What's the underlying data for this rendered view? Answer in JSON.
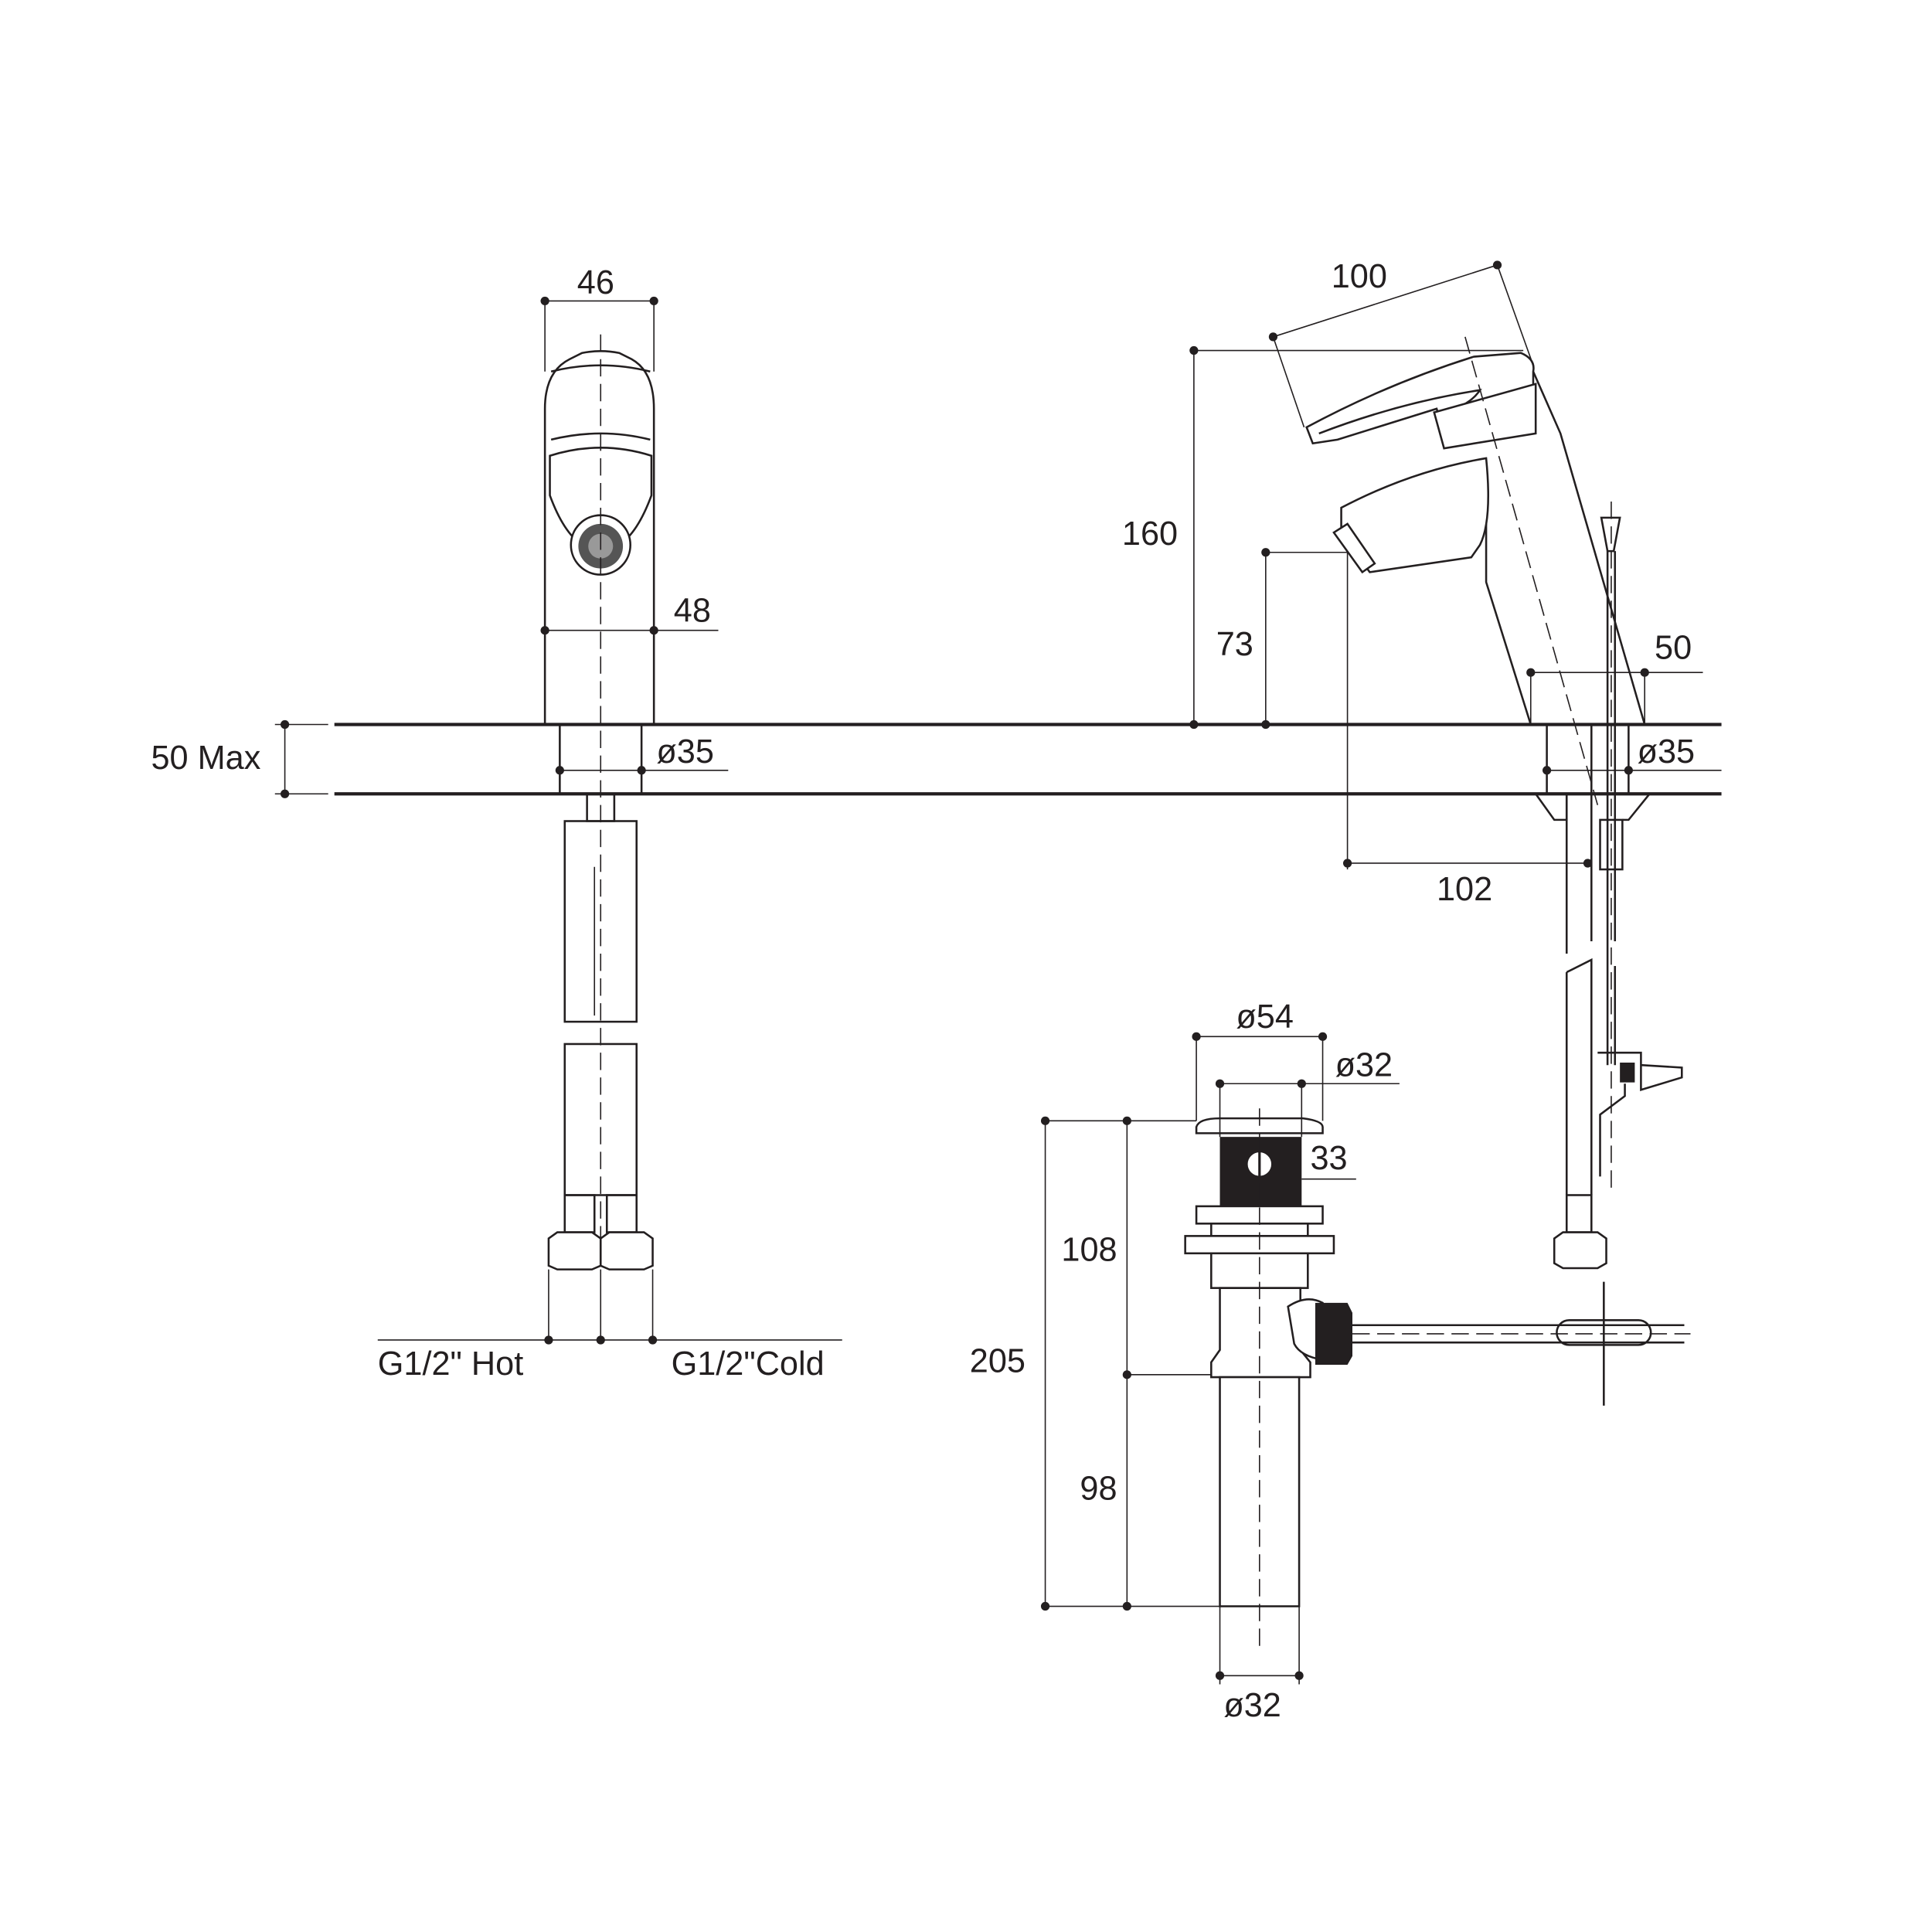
{
  "drawing": {
    "dimensions": {
      "front_width_top": "46",
      "front_width_base": "48",
      "counter_thickness": "50 Max",
      "hole_left": "ø35",
      "hole_right": "ø35",
      "lever_length": "100",
      "total_height": "160",
      "spout_height": "73",
      "base_depth": "50",
      "spout_reach": "102",
      "waste_flange": "ø54",
      "waste_body": "ø32",
      "waste_top": "33",
      "waste_total": "205",
      "waste_upper": "108",
      "waste_lower": "98",
      "waste_tail": "ø32"
    },
    "connections": {
      "hot": "G1/2\" Hot",
      "cold": "G1/2\"Cold"
    }
  }
}
